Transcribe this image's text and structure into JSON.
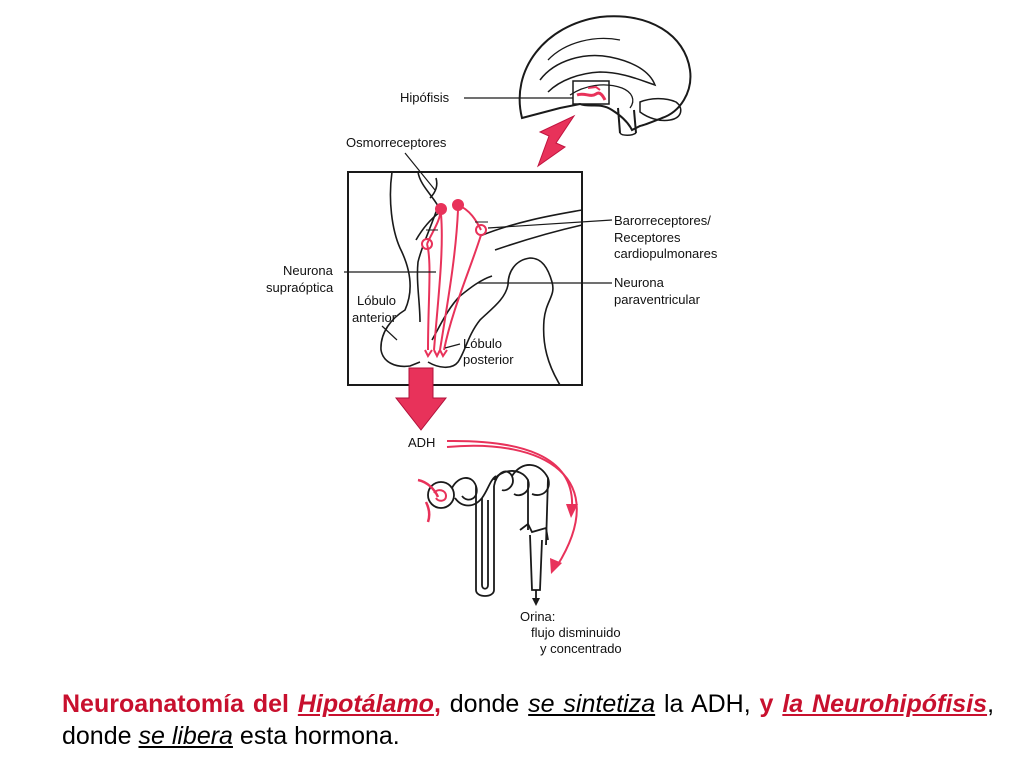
{
  "labels": {
    "hipofisis": "Hipófisis",
    "osmorreceptores": "Osmorreceptores",
    "barorreceptores": [
      "Barorreceptores/",
      "Receptores",
      "cardiopulmonares"
    ],
    "neurona_supraoptica": [
      "Neurona",
      "supraóptica"
    ],
    "neurona_paraventricular": [
      "Neurona",
      "paraventricular"
    ],
    "lobulo_anterior": [
      "Lóbulo",
      "anterior"
    ],
    "lobulo_posterior": [
      "Lóbulo",
      "posterior"
    ],
    "adh": "ADH",
    "orina": [
      "Orina:",
      "flujo disminuido",
      "y concentrado"
    ]
  },
  "caption": {
    "p1": "Neuroanatomía del ",
    "p2": "Hipotálamo",
    "p3": ",",
    "p4": " donde ",
    "p5": "se sintetiza",
    "p6": " la ADH, ",
    "p7": "y",
    "p8": " ",
    "p9": "la Neurohipófisis",
    "p10": ",",
    "p11": " donde ",
    "p12": "se libera",
    "p13": " esta hormona."
  },
  "colors": {
    "accent": "#e8325a",
    "line": "#1a1a1a",
    "caption_red": "#c8102e"
  }
}
